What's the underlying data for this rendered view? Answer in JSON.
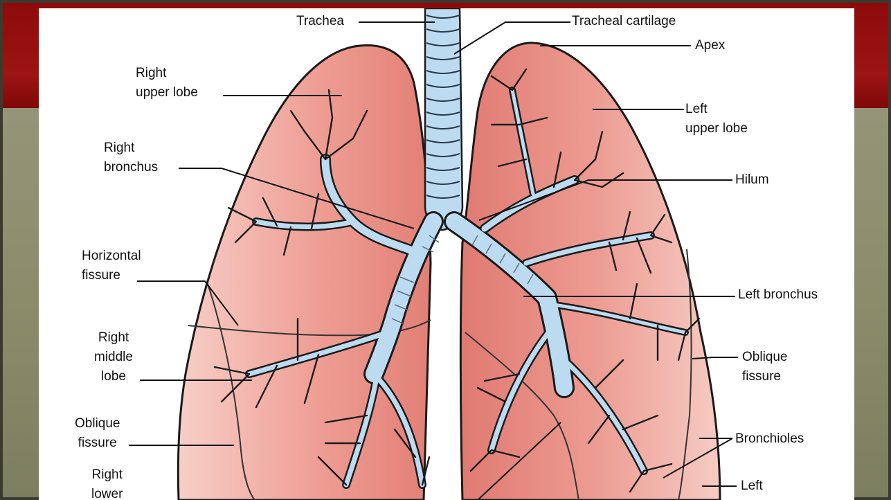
{
  "labels": {
    "trachea": "Trachea",
    "tracheal_cartilage": "Tracheal cartilage",
    "apex": "Apex",
    "right_upper_lobe": "Right\nupper lobe",
    "left_upper_lobe": "Left\nupper lobe",
    "right_bronchus": "Right\nbronchus",
    "hilum": "Hilum",
    "horizontal_fissure": "Horizontal\nfissure",
    "left_bronchus": "Left bronchus",
    "right_middle_lobe": "Right\nmiddle\nlobe",
    "oblique_fissure_left": "Oblique\nfissure",
    "oblique_fissure_right": "Oblique\nfissure",
    "bronchioles": "Bronchioles",
    "right_lower_lobe": "Right\nlower",
    "left_lower": "Left"
  },
  "colors": {
    "lung_fill": "#eda39a",
    "lung_light": "#f6cbc3",
    "airway": "#bcdbf0",
    "slide_band": "#8e0a0a"
  }
}
